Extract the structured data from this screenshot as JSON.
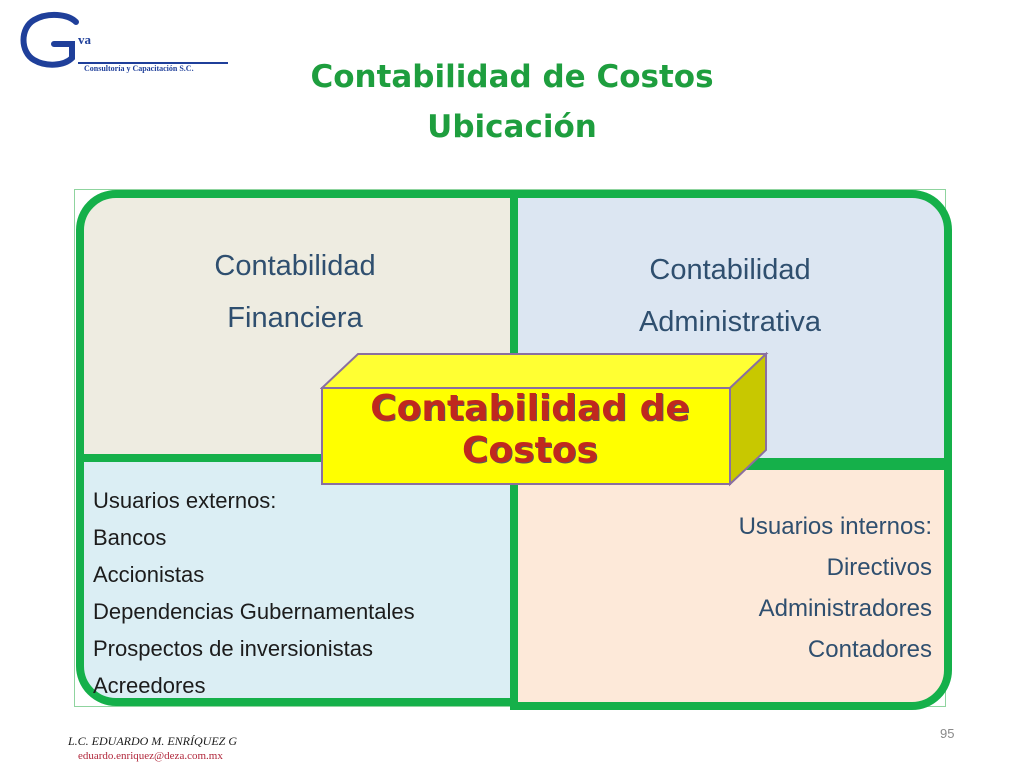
{
  "logo": {
    "letter": "G",
    "suffix": "va",
    "subtitle": "Consultoría y Capacitación S.C."
  },
  "title": {
    "line1": "Contabilidad de Costos",
    "line2": "Ubicación"
  },
  "quadrants": {
    "top_left": {
      "line1": "Contabilidad",
      "line2": "Financiera"
    },
    "top_right": {
      "line1": "Contabilidad",
      "line2": "Administrativa"
    },
    "bottom_left": {
      "items": [
        "Usuarios externos:",
        "Bancos",
        "Accionistas",
        "Dependencias Gubernamentales",
        "Prospectos de inversionistas",
        "Acreedores"
      ]
    },
    "bottom_right": {
      "items": [
        "Usuarios  internos:",
        "Directivos",
        "Administradores",
        "Contadores"
      ]
    }
  },
  "center_block": {
    "line1": "Contabilidad de",
    "line2": "Costos"
  },
  "colors": {
    "title": "#1e9e3e",
    "border": "#15b04a",
    "block_face": "#ffff00",
    "block_text": "#c0281e"
  },
  "footer": {
    "page_number": "95",
    "author": "L.C. EDUARDO M. ENRÍQUEZ G",
    "email": "eduardo.enriquez@deza.com.mx"
  }
}
